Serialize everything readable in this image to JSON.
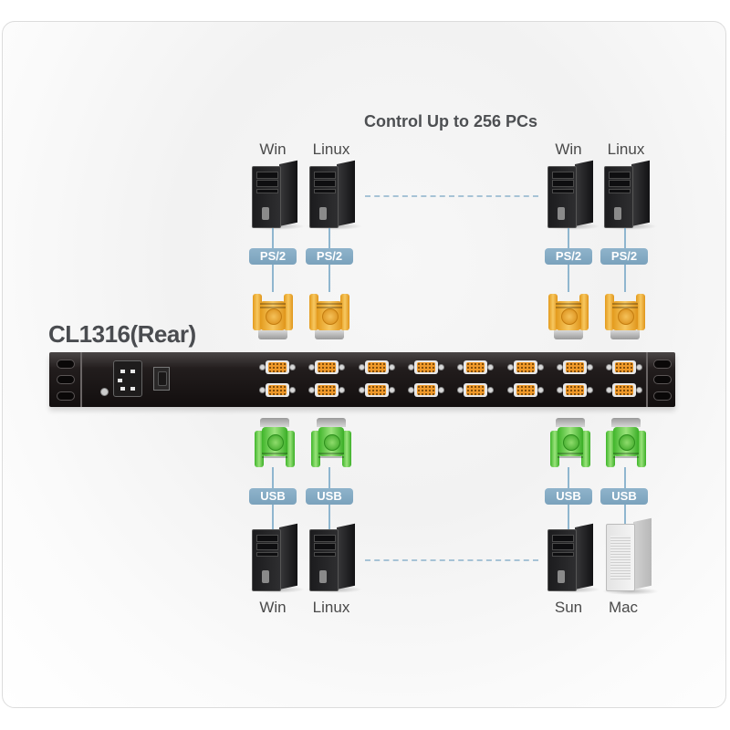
{
  "diagram": {
    "title": "Control Up to 256 PCs",
    "device_title": "CL1316(Rear)",
    "top_row": {
      "left_group": [
        {
          "label": "Win",
          "connector": "PS/2",
          "connector_type": "ps2"
        },
        {
          "label": "Linux",
          "connector": "PS/2",
          "connector_type": "ps2"
        }
      ],
      "right_group": [
        {
          "label": "Win",
          "connector": "PS/2",
          "connector_type": "ps2"
        },
        {
          "label": "Linux",
          "connector": "PS/2",
          "connector_type": "ps2"
        }
      ]
    },
    "bottom_row": {
      "left_group": [
        {
          "label": "Win",
          "connector": "USB",
          "connector_type": "usb"
        },
        {
          "label": "Linux",
          "connector": "USB",
          "connector_type": "usb"
        }
      ],
      "right_group": [
        {
          "label": "Sun",
          "connector": "USB",
          "connector_type": "usb"
        },
        {
          "label": "Mac",
          "connector": "USB",
          "connector_type": "usb",
          "tower_style": "silver"
        }
      ]
    },
    "rear_panel": {
      "kvm_ports_per_row": 8,
      "port_rows": 2,
      "components": [
        "power-socket",
        "power-switch",
        "ground-screw",
        "rack-ears"
      ]
    },
    "colors": {
      "title_text": "#4d4f52",
      "badge": "#86acc4",
      "wire": "#8fb6cf",
      "ps2_connector": "#f0a93a",
      "usb_connector": "#5ec744",
      "port_pins": "#f19a2a",
      "chassis": "#1a1515"
    }
  }
}
